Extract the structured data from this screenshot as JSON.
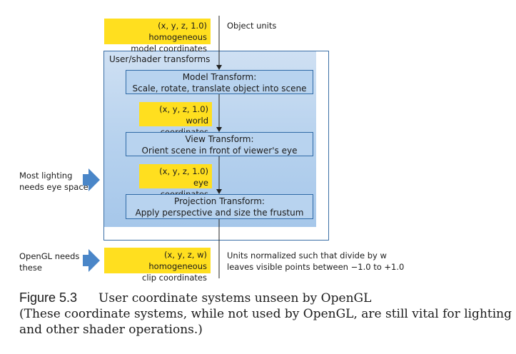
{
  "inputs": {
    "object_coords": [
      "(x, y, z, 1.0) homogeneous",
      "model coordinates"
    ],
    "object_units": "Object units"
  },
  "panel": {
    "title": "User/shader transforms",
    "model_transform": [
      "Model Transform:",
      "Scale, rotate, translate object into scene"
    ],
    "world_coords": [
      "(x, y, z, 1.0) world",
      "coordinates"
    ],
    "view_transform": [
      "View Transform:",
      "Orient scene in front of viewer's eye"
    ],
    "eye_coords": [
      "(x, y, z, 1.0) eye",
      "coordinates"
    ],
    "projection_transform": [
      "Projection Transform:",
      "Apply perspective and size the frustum"
    ]
  },
  "side_notes": {
    "lighting": [
      "Most lighting",
      "needs eye space"
    ],
    "opengl": [
      "OpenGL needs",
      "these"
    ]
  },
  "output": {
    "clip_coords": [
      "(x, y, z, w) homogeneous",
      "clip coordinates"
    ],
    "units_note": [
      "Units normalized such that divide by w",
      "leaves visible points between −1.0 to +1.0"
    ]
  },
  "caption": {
    "label": "Figure 5.3",
    "title": "User coordinate systems unseen by OpenGL",
    "body": "(These coordinate systems, while not used by OpenGL, are still vital for lighting and other shader operations.)"
  },
  "colors": {
    "highlight": "#ffdf1f",
    "transform_fill": "#b8d3ef",
    "border": "#2f6aa6",
    "arrow": "#4a86c8"
  }
}
